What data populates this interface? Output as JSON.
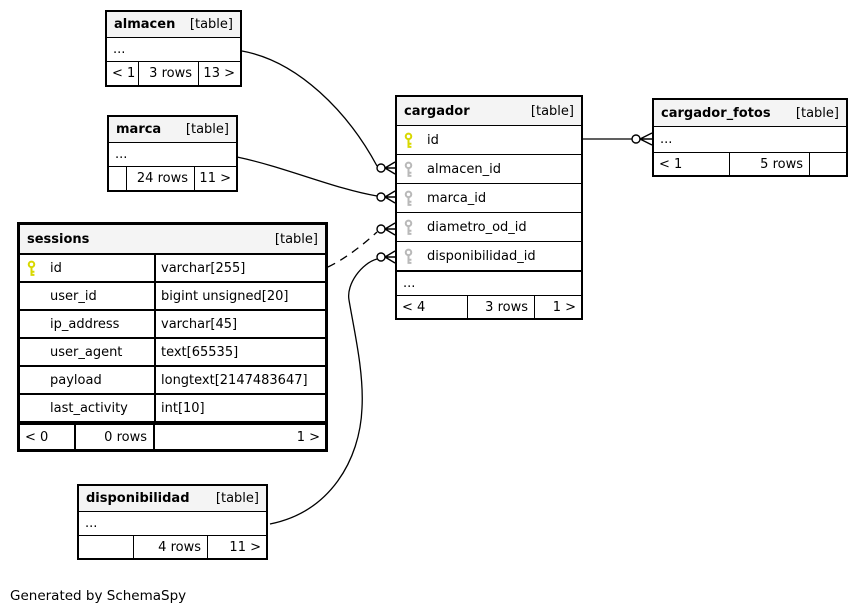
{
  "page": {
    "generator_note": "Generated by SchemaSpy"
  },
  "colors": {
    "primary_key_icon": "#d8d800",
    "foreign_key_icon": "#b9b9b9",
    "header_bg": "#f4f4f4",
    "border": "#000000",
    "background": "#ffffff"
  },
  "tables": {
    "almacen": {
      "name": "almacen",
      "tag": "[table]",
      "ellipsis": "...",
      "footer": {
        "left": "< 1",
        "mid": "3 rows",
        "right": "13 >"
      }
    },
    "marca": {
      "name": "marca",
      "tag": "[table]",
      "ellipsis": "...",
      "footer": {
        "left": "",
        "mid": "24 rows",
        "right": "11 >"
      }
    },
    "sessions": {
      "name": "sessions",
      "tag": "[table]",
      "columns": [
        {
          "name": "id",
          "type": "varchar[255]",
          "key": "primary"
        },
        {
          "name": "user_id",
          "type": "bigint unsigned[20]",
          "key": ""
        },
        {
          "name": "ip_address",
          "type": "varchar[45]",
          "key": ""
        },
        {
          "name": "user_agent",
          "type": "text[65535]",
          "key": ""
        },
        {
          "name": "payload",
          "type": "longtext[2147483647]",
          "key": ""
        },
        {
          "name": "last_activity",
          "type": "int[10]",
          "key": ""
        }
      ],
      "footer": {
        "left": "< 0",
        "mid": "0 rows",
        "right": "1 >"
      }
    },
    "cargador": {
      "name": "cargador",
      "tag": "[table]",
      "columns": [
        {
          "name": "id",
          "key": "primary"
        },
        {
          "name": "almacen_id",
          "key": "foreign"
        },
        {
          "name": "marca_id",
          "key": "foreign"
        },
        {
          "name": "diametro_od_id",
          "key": "foreign"
        },
        {
          "name": "disponibilidad_id",
          "key": "foreign"
        }
      ],
      "ellipsis": "...",
      "footer": {
        "left": "< 4",
        "mid": "3 rows",
        "right": "1 >"
      }
    },
    "cargador_fotos": {
      "name": "cargador_fotos",
      "tag": "[table]",
      "ellipsis": "...",
      "footer": {
        "left": "< 1",
        "mid": "5 rows",
        "right": ""
      }
    },
    "disponibilidad": {
      "name": "disponibilidad",
      "tag": "[table]",
      "ellipsis": "...",
      "footer": {
        "left": "",
        "mid": "4 rows",
        "right": "11 >"
      }
    }
  },
  "relationships": [
    {
      "from": "almacen",
      "to": "cargador.almacen_id",
      "style": "solid"
    },
    {
      "from": "marca",
      "to": "cargador.marca_id",
      "style": "solid"
    },
    {
      "from": "sessions.id",
      "to": "cargador.diametro_od_id",
      "style": "dashed"
    },
    {
      "from": "disponibilidad",
      "to": "cargador.disponibilidad_id",
      "style": "solid"
    },
    {
      "from": "cargador.id",
      "to": "cargador_fotos",
      "style": "solid"
    }
  ]
}
